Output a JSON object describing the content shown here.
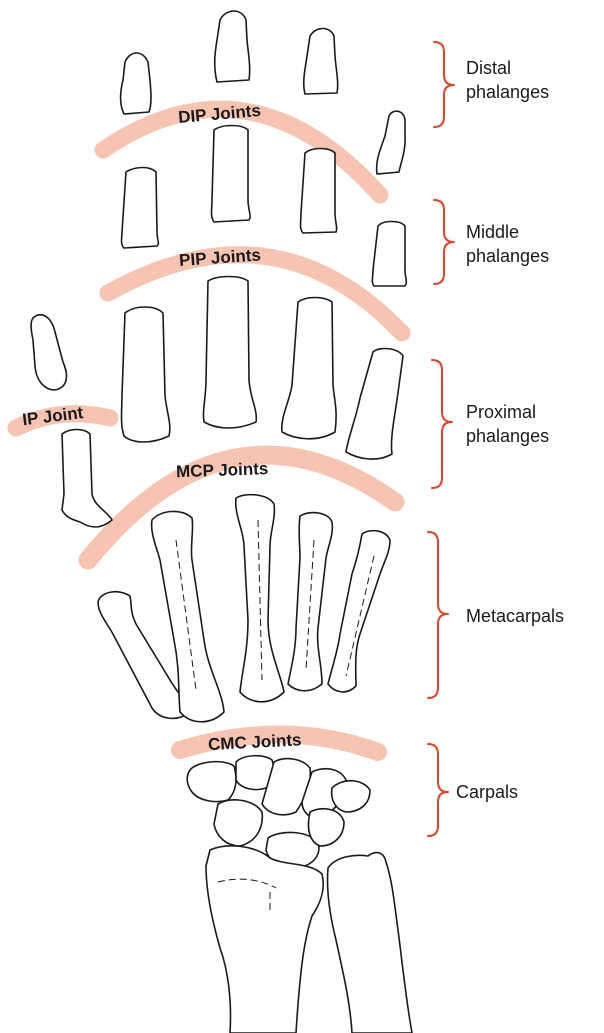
{
  "colors": {
    "joint_band": "#f6c4b0",
    "brace": "#e0422a",
    "bone_outline": "#1a1a1a",
    "text": "#1a1a1a"
  },
  "joints": {
    "dip": "DIP Joints",
    "pip": "PIP Joints",
    "ip": "IP Joint",
    "mcp": "MCP Joints",
    "cmc": "CMC Joints"
  },
  "groups": {
    "distal": [
      "Distal",
      "phalanges"
    ],
    "middle": [
      "Middle",
      "phalanges"
    ],
    "proximal": [
      "Proximal",
      "phalanges"
    ],
    "metacarpals": [
      "Metacarpals"
    ],
    "carpals": [
      "Carpals"
    ]
  }
}
